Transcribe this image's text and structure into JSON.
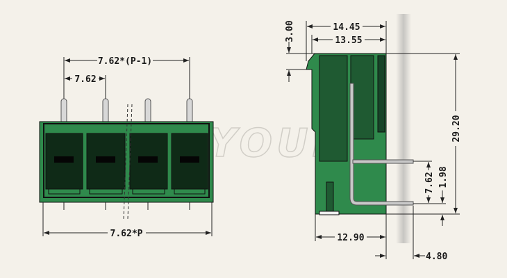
{
  "watermark": "YOULE",
  "colors": {
    "body": "#2f8a4c",
    "dark": "#0f2a17",
    "pin": "#c8c8c8",
    "background": "#f4f1ea"
  },
  "front_view": {
    "pitch_span_label": "7.62*(P-1)",
    "pitch_label": "7.62",
    "total_width_label": "7.62*P",
    "pole_count_shown": 4
  },
  "side_view": {
    "width_outer_label": "14.45",
    "width_inner_label": "13.55",
    "top_step_label": "3.00",
    "height_label": "29.20",
    "pin_spacing_label": "7.62",
    "pin_offset_label": "1.98",
    "depth_label": "12.90",
    "pin_protrusion_label": "4.80"
  }
}
